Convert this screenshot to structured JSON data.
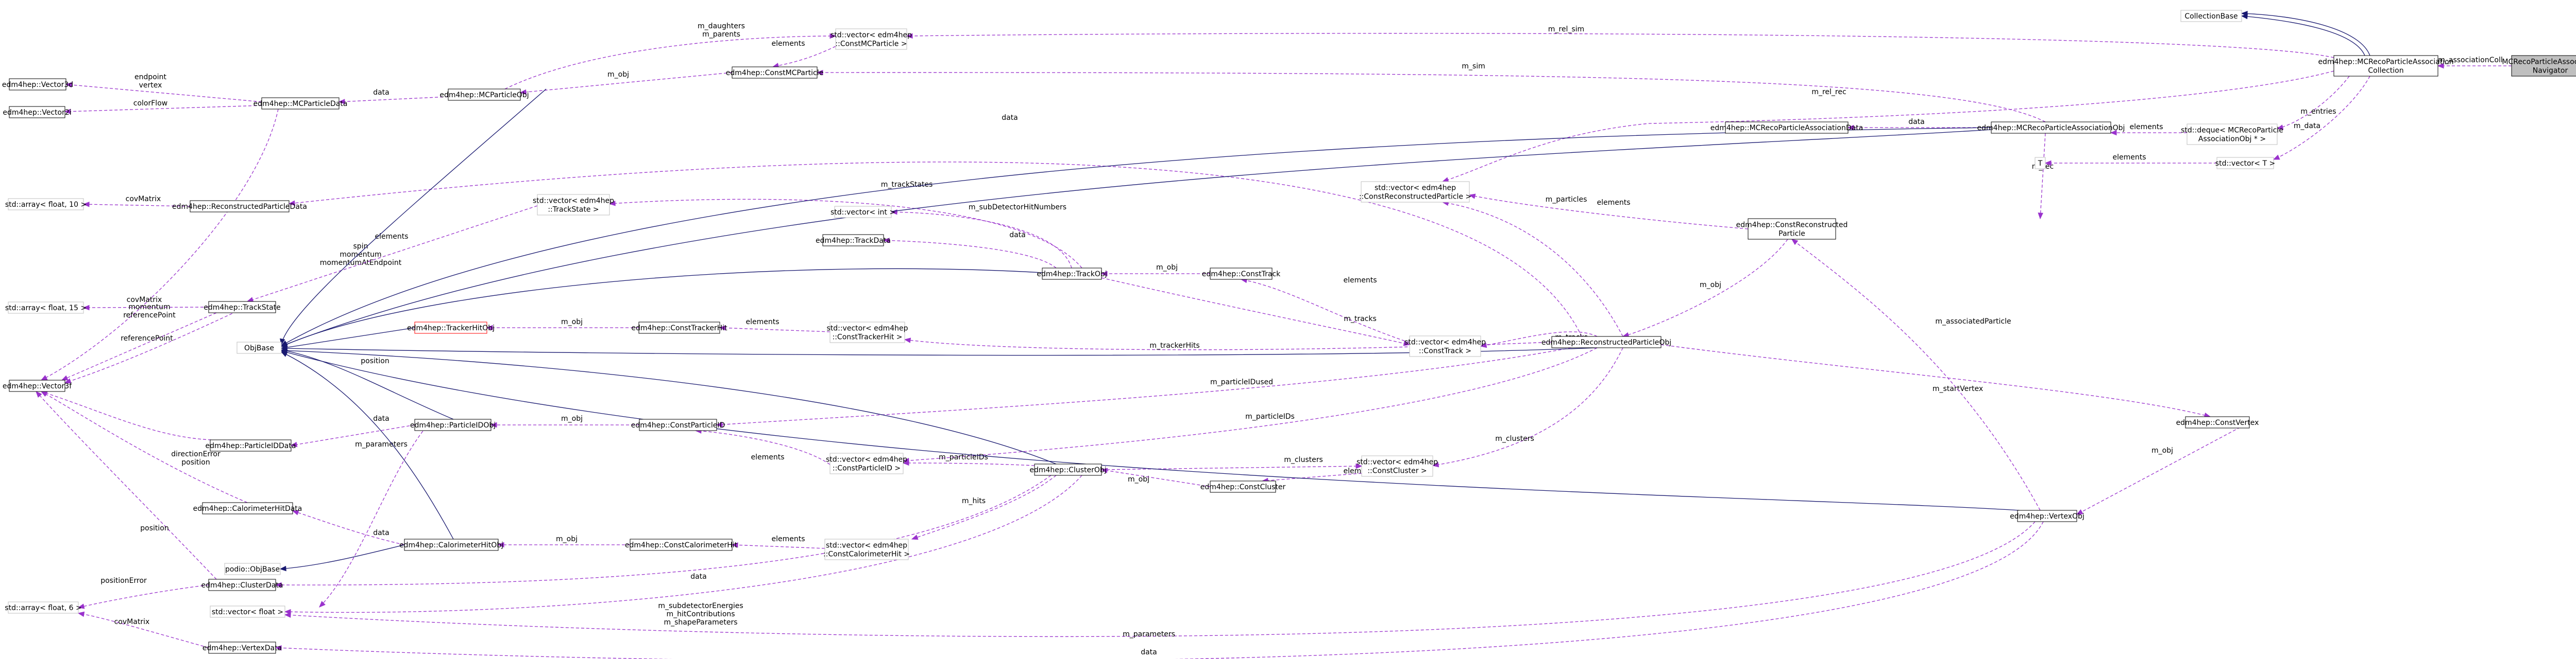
{
  "diagram": {
    "title": "MCRecoParticleAssociationNavigator",
    "nodes": {
      "navigator": [
        "MCRecoParticleAssociation",
        "Navigator"
      ],
      "collection": [
        "edm4hep::MCRecoParticleAssociation",
        "Collection"
      ],
      "collectionbase": [
        "CollectionBase"
      ],
      "assocObj": [
        "edm4hep::MCRecoParticleAssociationObj"
      ],
      "assocData": [
        "edm4hep::MCRecoParticleAssociationData"
      ],
      "dequeAssoc": [
        "std::deque< MCRecoParticle",
        "AssociationObj * >"
      ],
      "vecT": [
        "std::vector< T >"
      ],
      "T": [
        "T"
      ],
      "vecConstMCP": [
        "std::vector< edm4hep",
        "::ConstMCParticle >"
      ],
      "constMCP": [
        "edm4hep::ConstMCParticle"
      ],
      "mcpObj": [
        "edm4hep::MCParticleObj"
      ],
      "mcpData": [
        "edm4hep::MCParticleData"
      ],
      "vector3d": [
        "edm4hep::Vector3d"
      ],
      "vector2i": [
        "edm4hep::Vector2i"
      ],
      "vector3f": [
        "edm4hep::Vector3f"
      ],
      "recoData": [
        "edm4hep::ReconstructedParticleData"
      ],
      "arr10": [
        "std::array< float, 10 >"
      ],
      "arr15": [
        "std::array< float, 15 >"
      ],
      "arr6": [
        "std::array< float, 6 >"
      ],
      "trackState": [
        "edm4hep::TrackState"
      ],
      "vecTrackState": [
        "std::vector< edm4hep",
        "::TrackState >"
      ],
      "vecInt": [
        "std::vector< int >"
      ],
      "trackData": [
        "edm4hep::TrackData"
      ],
      "trackObj": [
        "edm4hep::TrackObj"
      ],
      "constTrack": [
        "edm4hep::ConstTrack"
      ],
      "vecConstTrack": [
        "std::vector< edm4hep",
        "::ConstTrack >"
      ],
      "vecConstReco": [
        "std::vector< edm4hep",
        "::ConstReconstructedParticle >"
      ],
      "constReco": [
        "edm4hep::ConstReconstructed",
        "Particle"
      ],
      "recoObj": [
        "edm4hep::ReconstructedParticleObj"
      ],
      "objBase": [
        "ObjBase"
      ],
      "trackerHitObj": [
        "edm4hep::TrackerHitObj"
      ],
      "constTrackerHit": [
        "edm4hep::ConstTrackerHit"
      ],
      "vecConstTrackerHit": [
        "std::vector< edm4hep",
        "::ConstTrackerHit >"
      ],
      "pidData": [
        "edm4hep::ParticleIDData"
      ],
      "pidObj": [
        "edm4hep::ParticleIDObj"
      ],
      "constPID": [
        "edm4hep::ConstParticleID"
      ],
      "vecConstPID": [
        "std::vector< edm4hep",
        "::ConstParticleID >"
      ],
      "clusterObj": [
        "edm4hep::ClusterObj"
      ],
      "constCluster": [
        "edm4hep::ConstCluster"
      ],
      "vecConstCluster": [
        "std::vector< edm4hep",
        "::ConstCluster >"
      ],
      "constVertex": [
        "edm4hep::ConstVertex"
      ],
      "vertexObj": [
        "edm4hep::VertexObj"
      ],
      "caloHitData": [
        "edm4hep::CalorimeterHitData"
      ],
      "caloHitObj": [
        "edm4hep::CalorimeterHitObj"
      ],
      "constCaloHit": [
        "edm4hep::ConstCalorimeterHit"
      ],
      "vecConstCaloHit": [
        "std::vector< edm4hep",
        "::ConstCalorimeterHit >"
      ],
      "podioObjBase": [
        "podio::ObjBase"
      ],
      "clusterData": [
        "edm4hep::ClusterData"
      ],
      "vecFloat": [
        "std::vector< float >"
      ],
      "vertexData": [
        "edm4hep::VertexData"
      ]
    },
    "edge_labels": {
      "associationColl": [
        "m_associationColl"
      ],
      "rel_sim": [
        "m_rel_sim"
      ],
      "rel_rec": [
        "m_rel_rec"
      ],
      "entries": [
        "m_entries"
      ],
      "data_assoc": [
        "m_data"
      ],
      "assocData_lbl": [
        "data"
      ],
      "elements_deque": [
        "elements"
      ],
      "sim": [
        "m_sim"
      ],
      "rec": [
        "m_rec"
      ],
      "elements_T": [
        "elements"
      ],
      "daughters_parents": [
        "m_daughters",
        "m_parents"
      ],
      "elements_mcp": [
        "elements"
      ],
      "obj_mcp": [
        "m_obj"
      ],
      "data_mcp": [
        "data"
      ],
      "endpoint_vertex": [
        "endpoint",
        "vertex"
      ],
      "colorflow": [
        "colorFlow"
      ],
      "spin_momentum": [
        "spin",
        "momentum",
        "momentumAtEndpoint"
      ],
      "covMatrix10": [
        "covMatrix"
      ],
      "data_reco": [
        "data"
      ],
      "trackStates": [
        "m_trackStates"
      ],
      "elements_ts": [
        "elements"
      ],
      "subDetectorHitNumbers": [
        "m_subDetectorHitNumbers"
      ],
      "data_track": [
        "data"
      ],
      "obj_track": [
        "m_obj"
      ],
      "elements_track": [
        "elements"
      ],
      "tracks_obj": [
        "m_tracks"
      ],
      "tracks_reco": [
        "m_tracks"
      ],
      "elements_reco": [
        "elements"
      ],
      "particles": [
        "m_particles"
      ],
      "obj_reco": [
        "m_obj"
      ],
      "covMatrix15": [
        "covMatrix"
      ],
      "momentum_ref": [
        "momentum",
        "referencePoint"
      ],
      "refpoint": [
        "referencePoint"
      ],
      "obj_th": [
        "m_obj"
      ],
      "elements_th": [
        "elements"
      ],
      "trackerHits": [
        "m_trackerHits"
      ],
      "startVertex": [
        "m_startVertex"
      ],
      "obj_vertex": [
        "m_obj"
      ],
      "particleIDused": [
        "m_particleIDused"
      ],
      "particleIDs_reco": [
        "m_particleIDs"
      ],
      "particleIDs_cl": [
        "m_particleIDs"
      ],
      "elements_pid": [
        "elements"
      ],
      "obj_pid": [
        "m_obj"
      ],
      "data_pid": [
        "data"
      ],
      "clusters_reco": [
        "m_clusters"
      ],
      "clusters_cl": [
        "m_clusters"
      ],
      "elements_cl": [
        "elements"
      ],
      "obj_cl": [
        "m_obj"
      ],
      "hits": [
        "m_hits"
      ],
      "associatedParticle": [
        "m_associatedParticle"
      ],
      "position_calo": [
        "position"
      ],
      "direction_position": [
        "directionError",
        "position"
      ],
      "parameters": [
        "m_parameters"
      ],
      "data_calo": [
        "data"
      ],
      "obj_calo": [
        "m_obj"
      ],
      "elements_calo": [
        "elements"
      ],
      "data_cluster": [
        "data"
      ],
      "positionError": [
        "positionError"
      ],
      "position_vertex": [
        "position"
      ],
      "subdet_energies": [
        "m_subdetectorEnergies",
        "m_hitContributions",
        "m_shapeParameters"
      ],
      "parameters_vertex": [
        "m_parameters"
      ],
      "covMatrix6": [
        "covMatrix"
      ],
      "data_vertex": [
        "data"
      ]
    }
  }
}
